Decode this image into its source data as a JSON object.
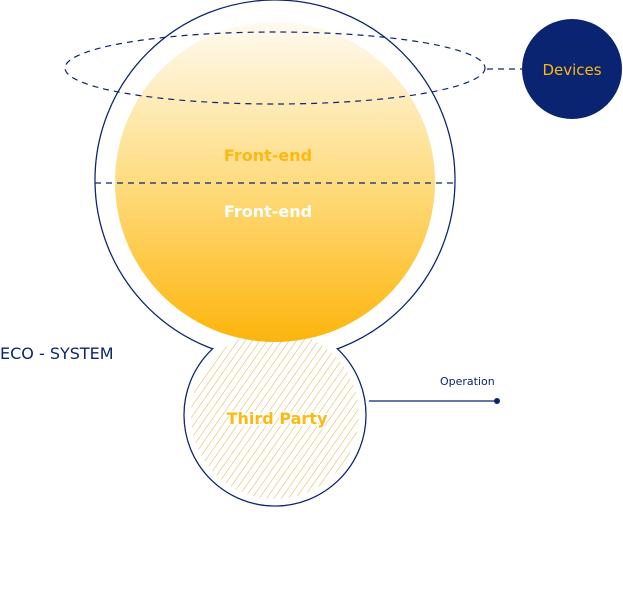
{
  "labels": {
    "devices": "Devices",
    "front_end_top": "Front-end",
    "front_end_bottom": "Front-end",
    "eco_system": "ECO - SYSTEM",
    "third_party": "Third Party",
    "operation": "Operation"
  },
  "colors": {
    "navy": "#0a2472",
    "gold": "#fdb913",
    "gold_light": "#fff6dc",
    "hatch": "#d9b44a"
  }
}
